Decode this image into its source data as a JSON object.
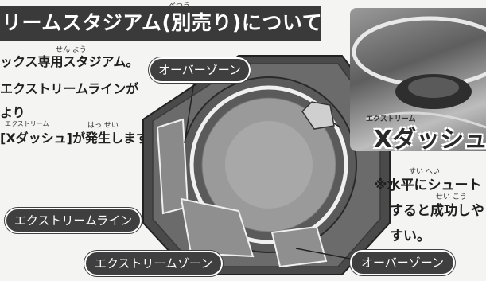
{
  "title": {
    "text": "リームスタジアム(別売り)について",
    "ruby_betsu": "べつう"
  },
  "description": {
    "line1": "ックス専用スタジアム。",
    "line1_ruby": "せん よう",
    "line2": "エクストリームラインが",
    "line3": "より",
    "line4": "[Xダッシュ]が発生します。",
    "line4_ruby_left": "エクストリーム",
    "line4_ruby_right": "はっ せい"
  },
  "labels": {
    "overzone_top": "オーバーゾーン",
    "extreme_line": "エクストリームライン",
    "extreme_zone": "エクストリームゾーン",
    "overzone_bottom": "オーバーゾーン"
  },
  "photo_caption": {
    "ruby": "エクストリーム",
    "text": "Xダッシュ"
  },
  "note": {
    "line1": "※水平にシュート",
    "line1_ruby": "すい へい",
    "line2": "すると成功しや",
    "line2_ruby": "せい こう",
    "line3": "すい。"
  }
}
